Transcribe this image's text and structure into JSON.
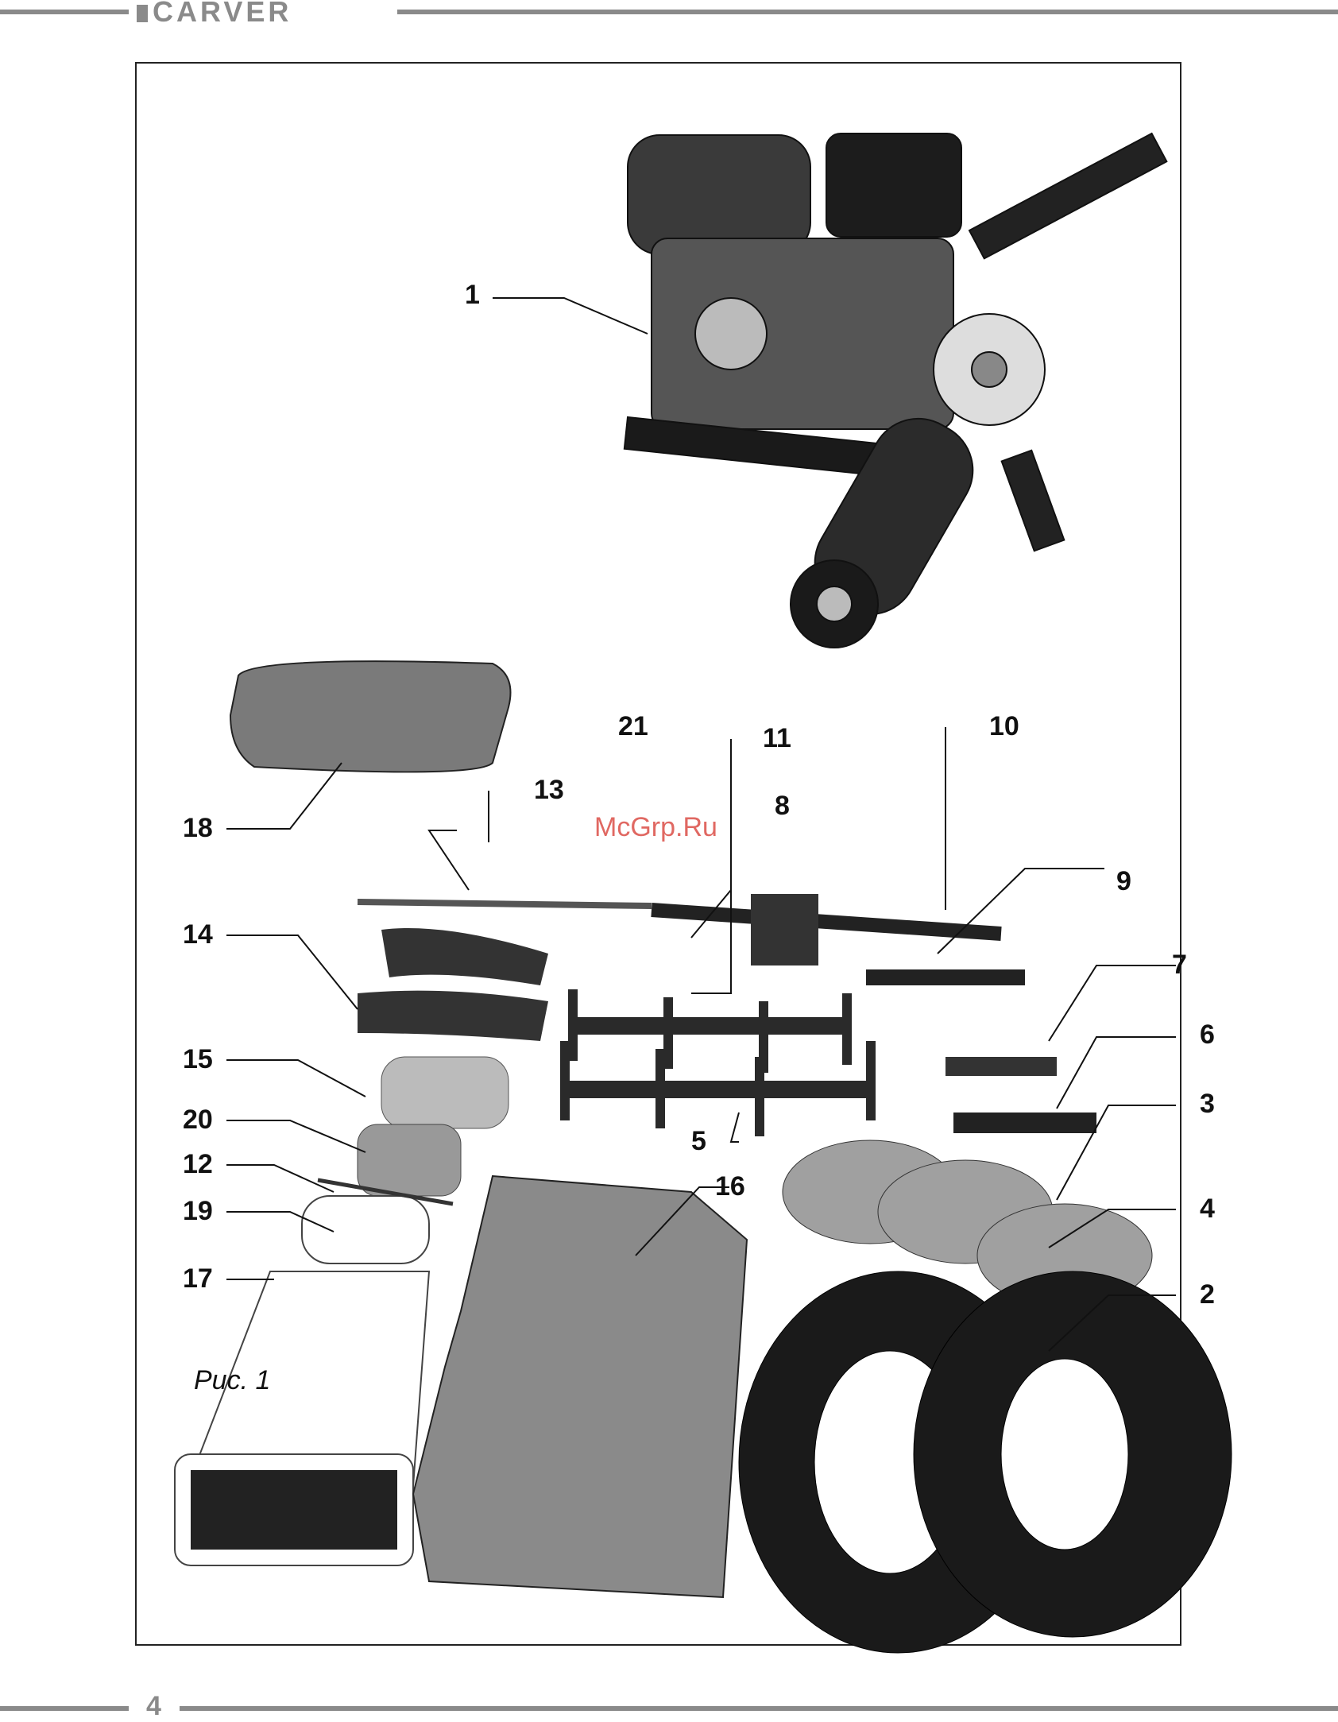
{
  "header": {
    "brand": "CARVER"
  },
  "figure": {
    "caption": "Рис. 1",
    "watermark": "McGrp.Ru",
    "callouts": [
      "1",
      "21",
      "11",
      "10",
      "13",
      "8",
      "9",
      "14",
      "7",
      "15",
      "6",
      "20",
      "3",
      "12",
      "5",
      "16",
      "4",
      "19",
      "17",
      "2",
      "18"
    ]
  },
  "footer": {
    "page_number": "4"
  }
}
